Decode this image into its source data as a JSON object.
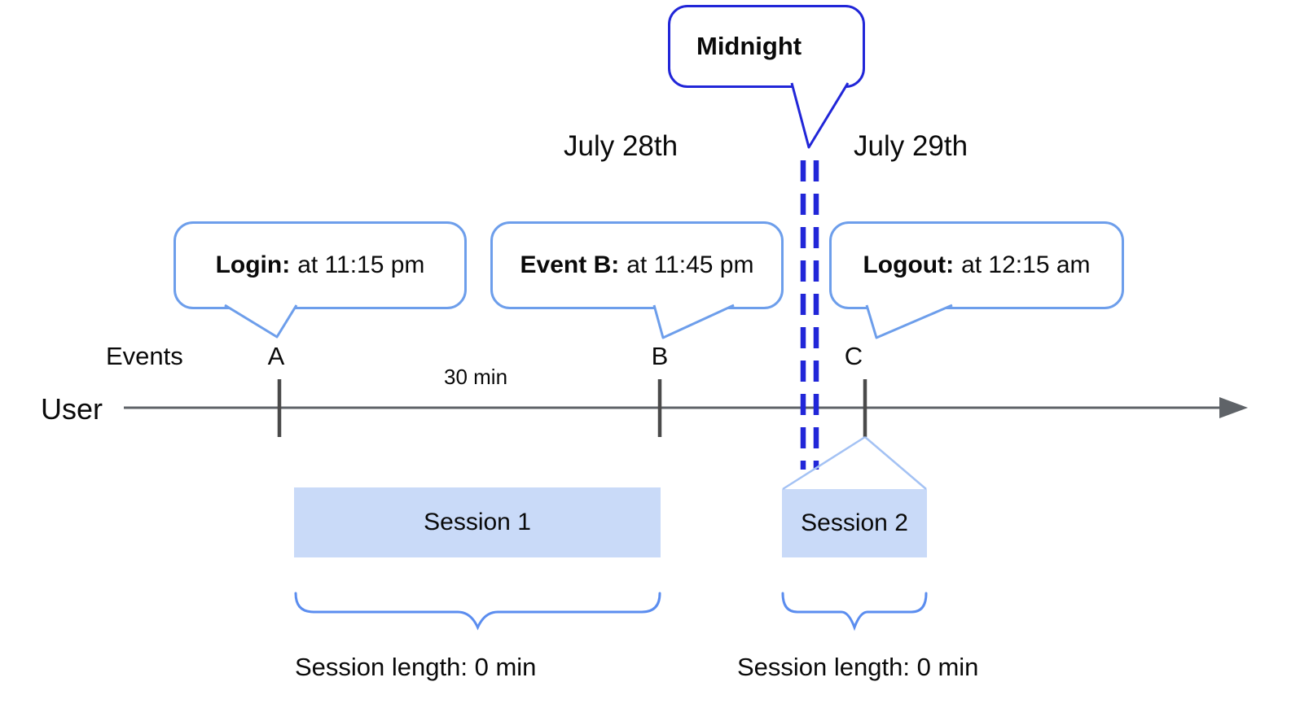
{
  "colors": {
    "dark_blue": "#2126d8",
    "bubble_blue": "#6d9eeb",
    "brace_blue": "#5b8def",
    "funnel_blue": "#a4c2f4",
    "session_fill": "#c9daf8",
    "axis_gray": "#5f6368",
    "tick_gray": "#4a4a4a",
    "text_color": "#0a0a0a"
  },
  "midnight": {
    "label": "Midnight"
  },
  "dates": {
    "left": "July 28th",
    "right": "July 29th"
  },
  "axis": {
    "events_label": "Events",
    "user_label": "User",
    "interval_label": "30 min"
  },
  "events": [
    {
      "tick": "A",
      "title": "Login:",
      "time": "at 11:15 pm"
    },
    {
      "tick": "B",
      "title": "Event B:",
      "time": "at 11:45 pm"
    },
    {
      "tick": "C",
      "title": "Logout:",
      "time": "at 12:15 am"
    }
  ],
  "sessions": [
    {
      "label": "Session 1",
      "length": "Session length: 0 min"
    },
    {
      "label": "Session 2",
      "length": "Session length: 0 min"
    }
  ]
}
